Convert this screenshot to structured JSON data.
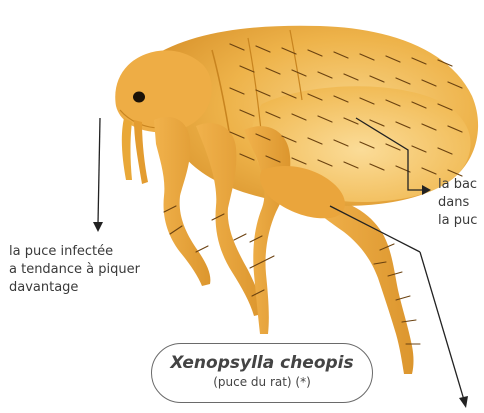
{
  "annotations": {
    "left_note": [
      "la puce infectée",
      "a tendance à piquer",
      "davantage"
    ],
    "right_note": [
      "la bac",
      "dans",
      "la puc"
    ]
  },
  "species": {
    "scientific_name": "Xenopsylla cheopis",
    "common_name": "(puce du rat) (*)"
  },
  "colors": {
    "body": "#e9a838",
    "body_light": "#f6c970",
    "body_dark": "#c8841f",
    "leg": "#eba63e",
    "hair": "#6b4210",
    "arrow": "#222222"
  }
}
